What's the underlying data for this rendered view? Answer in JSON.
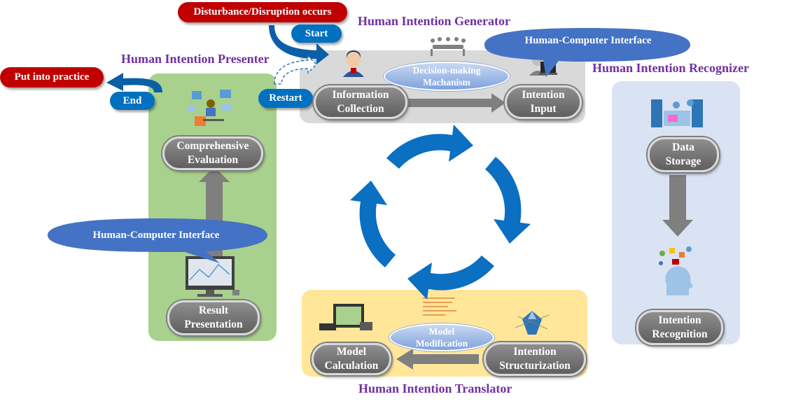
{
  "titles": {
    "generator": "Human Intention Generator",
    "presenter": "Human Intention Presenter",
    "recognizer": "Human Intention Recognizer",
    "translator": "Human Intention Translator"
  },
  "flow": {
    "disturbance": "Disturbance/Disruption occurs",
    "start": "Start",
    "restart": "Restart",
    "end": "End",
    "practice": "Put into practice"
  },
  "generator": {
    "info_line1": "Information",
    "info_line2": "Collection",
    "decision_line1": "Decision-making",
    "decision_line2": "Machanism",
    "input_line1": "Intention",
    "input_line2": "Input",
    "hci": "Human-Computer Interface"
  },
  "recognizer": {
    "storage_line1": "Data",
    "storage_line2": "Storage",
    "recog_line1": "Intention",
    "recog_line2": "Recognition"
  },
  "translator": {
    "calc_line1": "Model",
    "calc_line2": "Calculation",
    "mod_line1": "Model",
    "mod_line2": "Modification",
    "struct_line1": "Intention",
    "struct_line2": "Structurization"
  },
  "presenter": {
    "eval_line1": "Comprehensive",
    "eval_line2": "Evaluation",
    "hci": "Human-Computer Interface",
    "result_line1": "Result",
    "result_line2": "Presentation"
  },
  "colors": {
    "title_purple": "#7030a0",
    "accent_red": "#c00000",
    "accent_blue": "#0070c0",
    "cycle_blue": "#0b6fc2",
    "generator_bg": "#d9d9d9",
    "presenter_bg": "#a9d18e",
    "recognizer_bg": "#dae3f3",
    "translator_bg": "#ffe699"
  },
  "icons": [
    "person-icon",
    "meeting-icon",
    "computer-user-icon",
    "dashboard-icon",
    "server-icon",
    "head-ideas-icon",
    "monitor-icon",
    "diamond-network-icon",
    "code-sketch-icon",
    "workstation-icon",
    "cycle-arrows-icon"
  ]
}
